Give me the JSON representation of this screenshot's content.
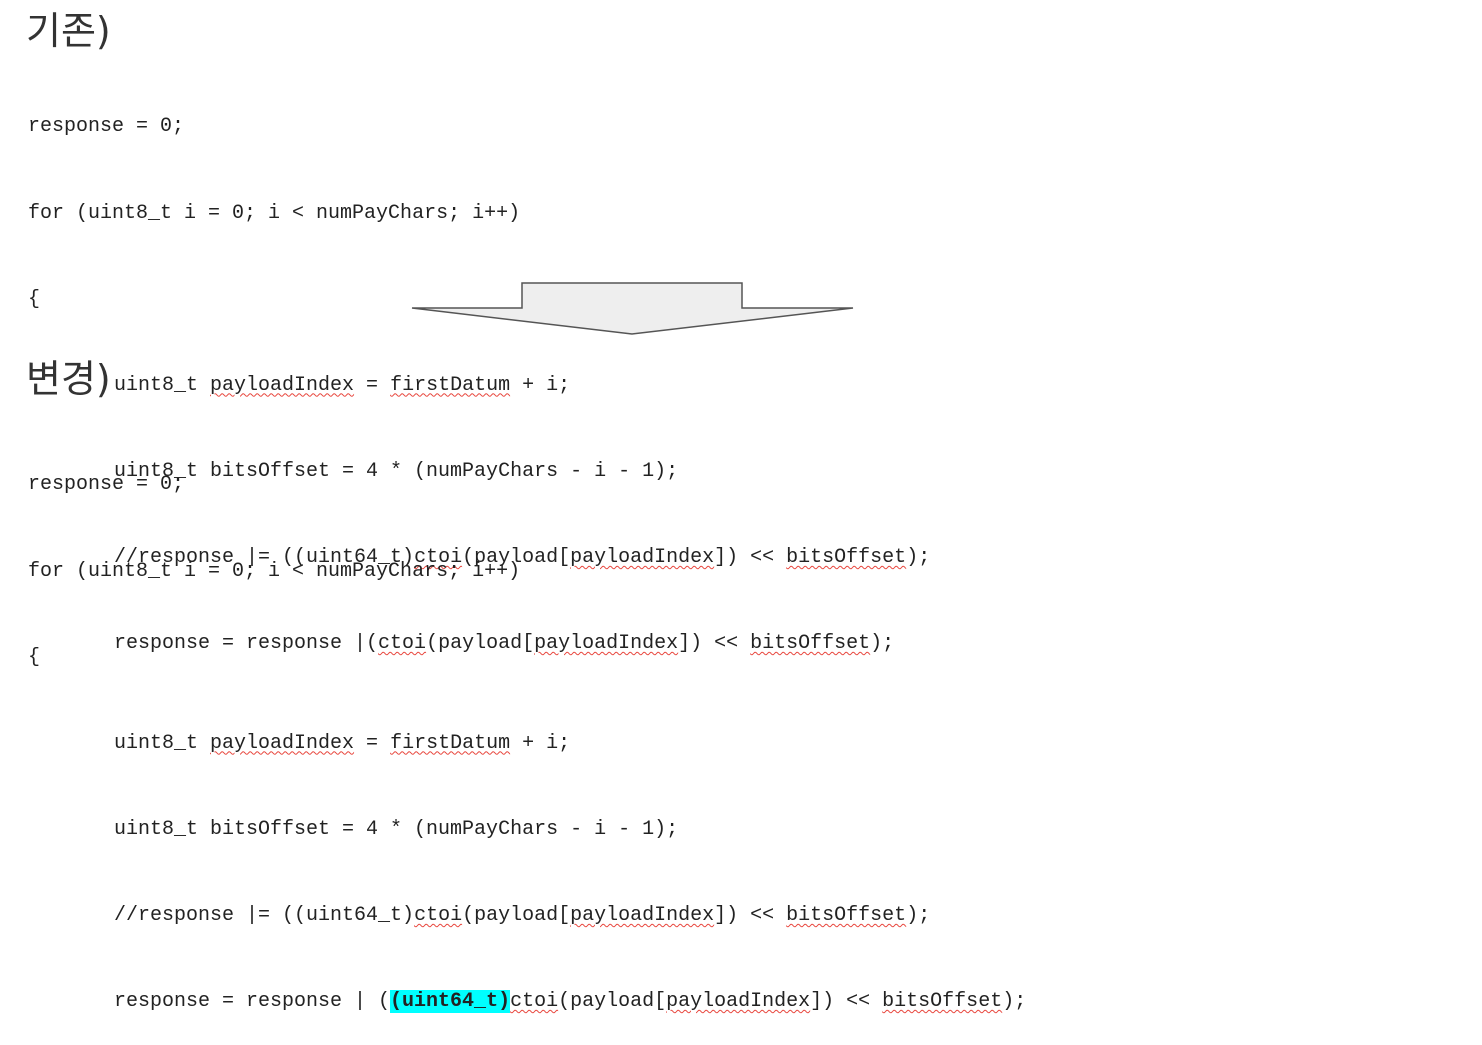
{
  "before": {
    "heading": "기존)",
    "line1": "response = 0;",
    "line2": "for (uint8_t i = 0; i < numPayChars; i++)",
    "line3": "{",
    "l4_a": "uint8_t ",
    "l4_b": "payloadIndex",
    "l4_c": " = ",
    "l4_d": "firstDatum",
    "l4_e": " + i;",
    "line5": "uint8_t bitsOffset = 4 * (numPayChars - i - 1);",
    "l6_a": "//response |= ((uint64_t)",
    "l6_b": "ctoi",
    "l6_c": "(payload[",
    "l6_d": "payloadIndex",
    "l6_e": "]) << ",
    "l6_f": "bitsOffset",
    "l6_g": ");",
    "l7_a": "response = response |(",
    "l7_b": "ctoi",
    "l7_c": "(payload[",
    "l7_d": "payloadIndex",
    "l7_e": "]) << ",
    "l7_f": "bitsOffset",
    "l7_g": ");"
  },
  "after": {
    "heading": "변경)",
    "line1": "response = 0;",
    "line2": "for (uint8_t i = 0; i < numPayChars; i++)",
    "line3": "{",
    "l4_a": "uint8_t ",
    "l4_b": "payloadIndex",
    "l4_c": " = ",
    "l4_d": "firstDatum",
    "l4_e": " + i;",
    "line5": "uint8_t bitsOffset = 4 * (numPayChars - i - 1);",
    "l6_a": "//response |= ((uint64_t)",
    "l6_b": "ctoi",
    "l6_c": "(payload[",
    "l6_d": "payloadIndex",
    "l6_e": "]) << ",
    "l6_f": "bitsOffset",
    "l6_g": ");",
    "l7_a": "response = response | (",
    "l7_hl": "(uint64_t)",
    "l7_b": "ctoi",
    "l7_c": "(payload[",
    "l7_d": "payloadIndex",
    "l7_e": "]) << ",
    "l7_f": "bitsOffset",
    "l7_g": ");"
  },
  "colors": {
    "highlight": "#00ffff",
    "spellcheck_underline": "#e8453c",
    "arrow_fill": "#eeeeee",
    "arrow_stroke": "#555555"
  },
  "icons": {
    "arrow": "down-arrow-icon"
  }
}
